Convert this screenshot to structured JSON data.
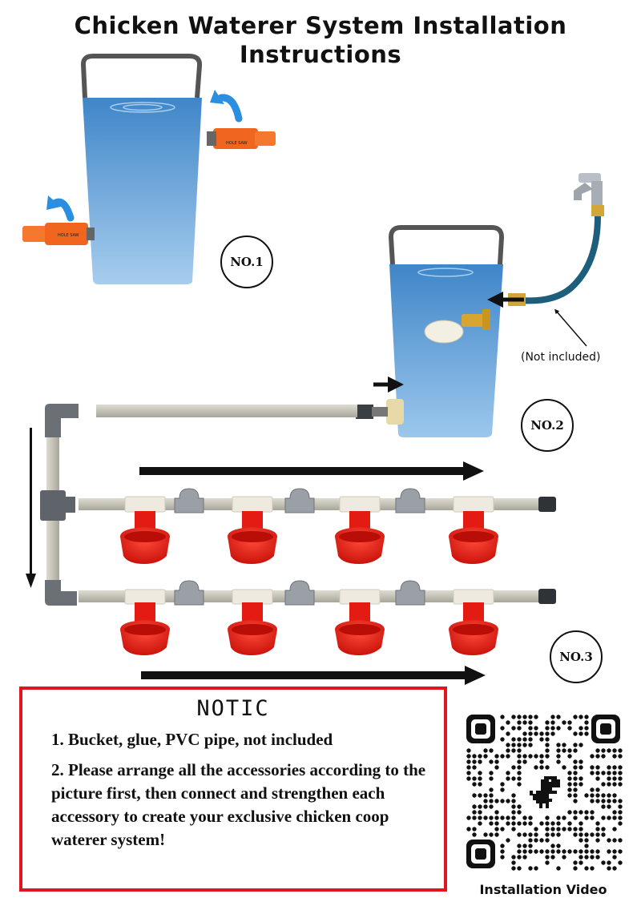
{
  "title": {
    "line1": "Chicken Waterer System Installation",
    "line2": "Instructions"
  },
  "steps": {
    "step1": "NO.1",
    "step2": "NO.2",
    "step3": "NO.3"
  },
  "hose_note": "(Not included)",
  "notice": {
    "heading": "NOTIC",
    "item1": "1. Bucket, glue, PVC pipe, not included",
    "item2": "2. Please arrange all the accessories according to the picture first, then connect and strengthen each accessory to create your exclusive chicken coop waterer system!"
  },
  "qr": {
    "caption": "Installation Video"
  },
  "colors": {
    "bucket_top": "#3f86c8",
    "bucket_bottom": "#9fc8ec",
    "hole_saw": "#f0661f",
    "cup_red": "#e31b12",
    "pipe_grey": "#c9c6bc",
    "notice_border": "#e0161c",
    "arrow_blue": "#2a8fe0"
  }
}
